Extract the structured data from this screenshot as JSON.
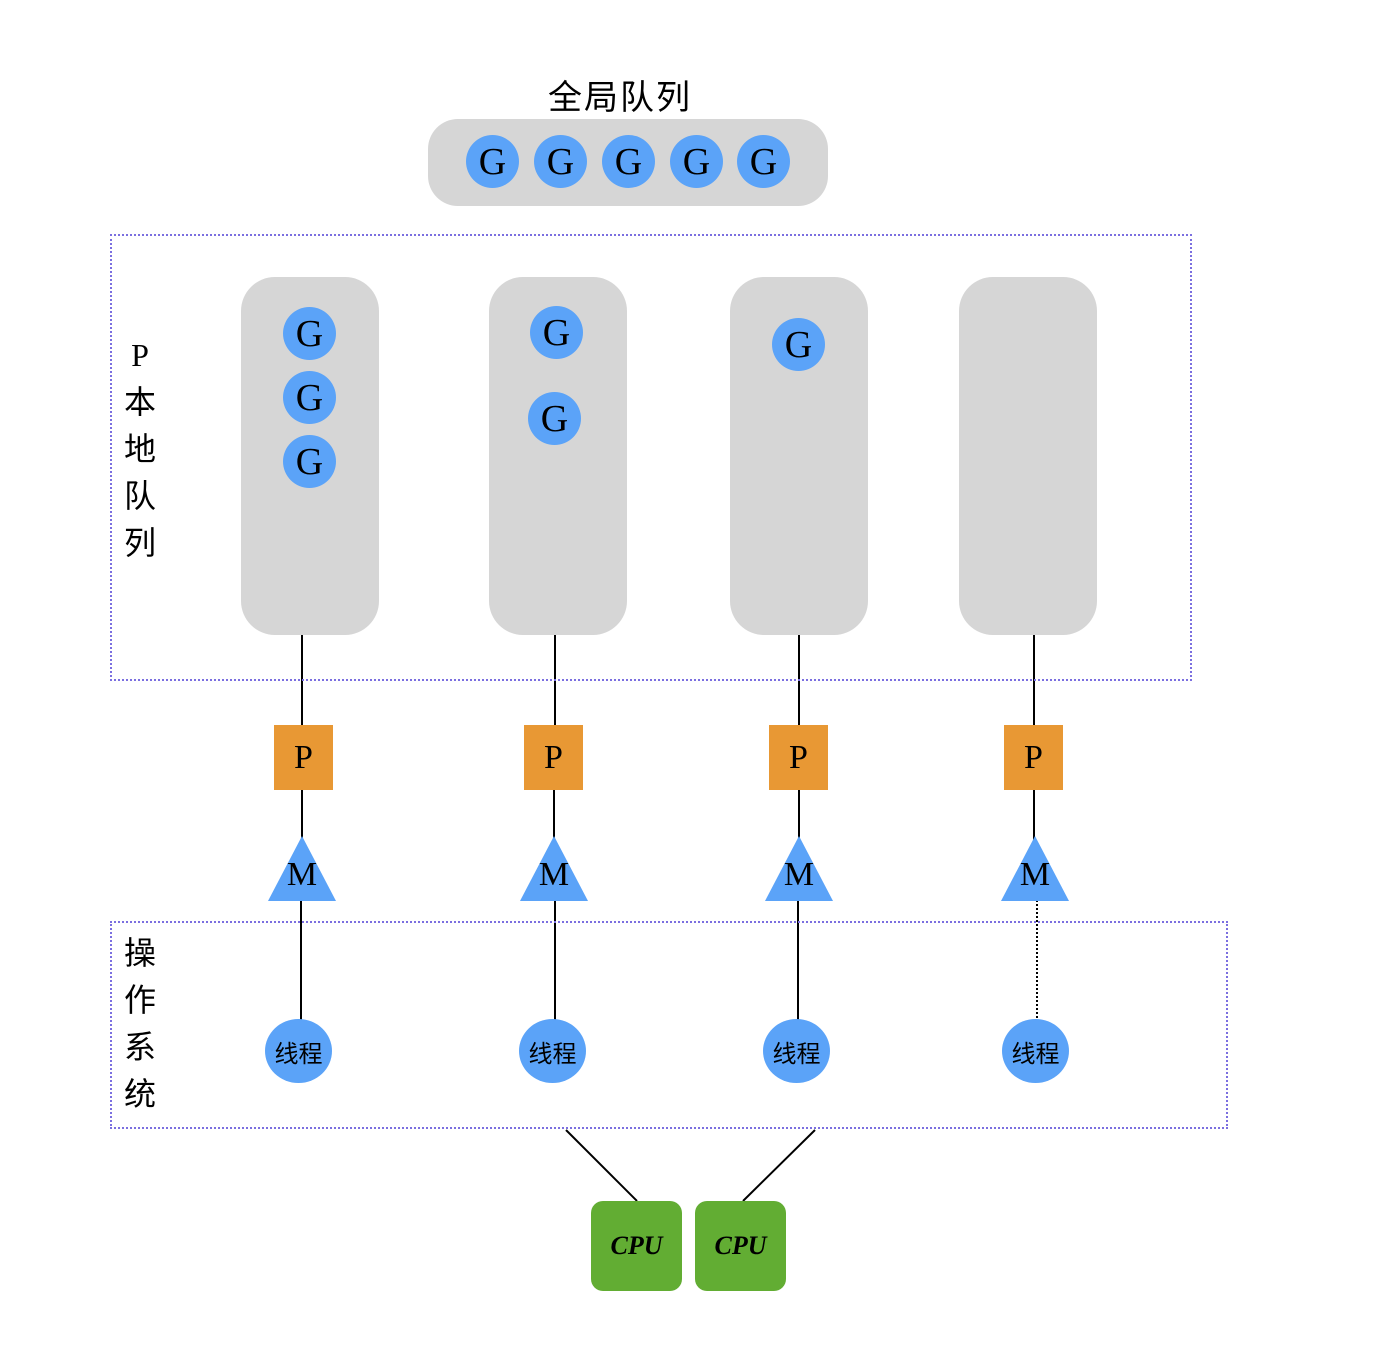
{
  "global_queue": {
    "title": "全局队列",
    "goroutines": [
      "G",
      "G",
      "G",
      "G",
      "G"
    ]
  },
  "local_region": {
    "label_chars": [
      "P",
      "本",
      "地",
      "队",
      "列"
    ],
    "queues": [
      {
        "goroutines": [
          "G",
          "G",
          "G"
        ]
      },
      {
        "goroutines": [
          "G",
          "G"
        ]
      },
      {
        "goroutines": [
          "G"
        ]
      },
      {
        "goroutines": []
      }
    ]
  },
  "processors": [
    {
      "p_label": "P",
      "m_label": "M",
      "thread_label": "线程",
      "m_thread_link": "solid"
    },
    {
      "p_label": "P",
      "m_label": "M",
      "thread_label": "线程",
      "m_thread_link": "solid"
    },
    {
      "p_label": "P",
      "m_label": "M",
      "thread_label": "线程",
      "m_thread_link": "solid"
    },
    {
      "p_label": "P",
      "m_label": "M",
      "thread_label": "线程",
      "m_thread_link": "dotted"
    }
  ],
  "os_region": {
    "label_chars": [
      "操",
      "作",
      "系",
      "统"
    ]
  },
  "cpus": [
    {
      "label": "CPU"
    },
    {
      "label": "CPU"
    }
  ],
  "colors": {
    "goroutine": "#5ba3f8",
    "queue": "#d6d6d6",
    "processor": "#e89834",
    "machine": "#5ba3f8",
    "thread": "#5ba3f8",
    "cpu": "#62ad33",
    "region_border": "#7b6fe0"
  }
}
